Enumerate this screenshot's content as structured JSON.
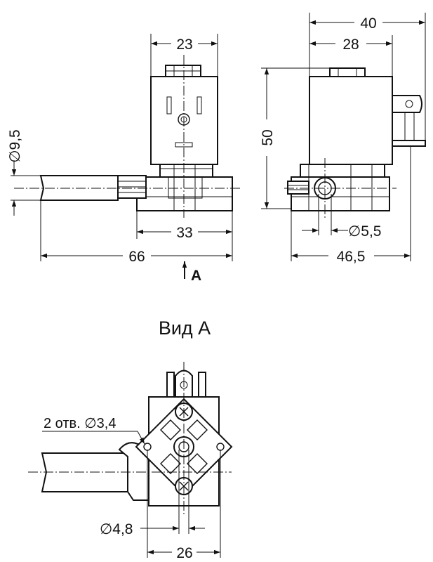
{
  "dimensions": {
    "front_width": "23",
    "base_width": "33",
    "overall_length": "66",
    "tube_diameter": "∅9,5",
    "side_width_outer": "40",
    "side_width_inner": "28",
    "height": "50",
    "port_diameter": "∅5,5",
    "side_base_width": "46,5",
    "bottom_width": "26",
    "hole_diameter": "∅4,8"
  },
  "view_arrow_label": "A",
  "view_title": "Вид А",
  "holes_note": "2 отв. ∅3,4",
  "line_color": "#111111"
}
